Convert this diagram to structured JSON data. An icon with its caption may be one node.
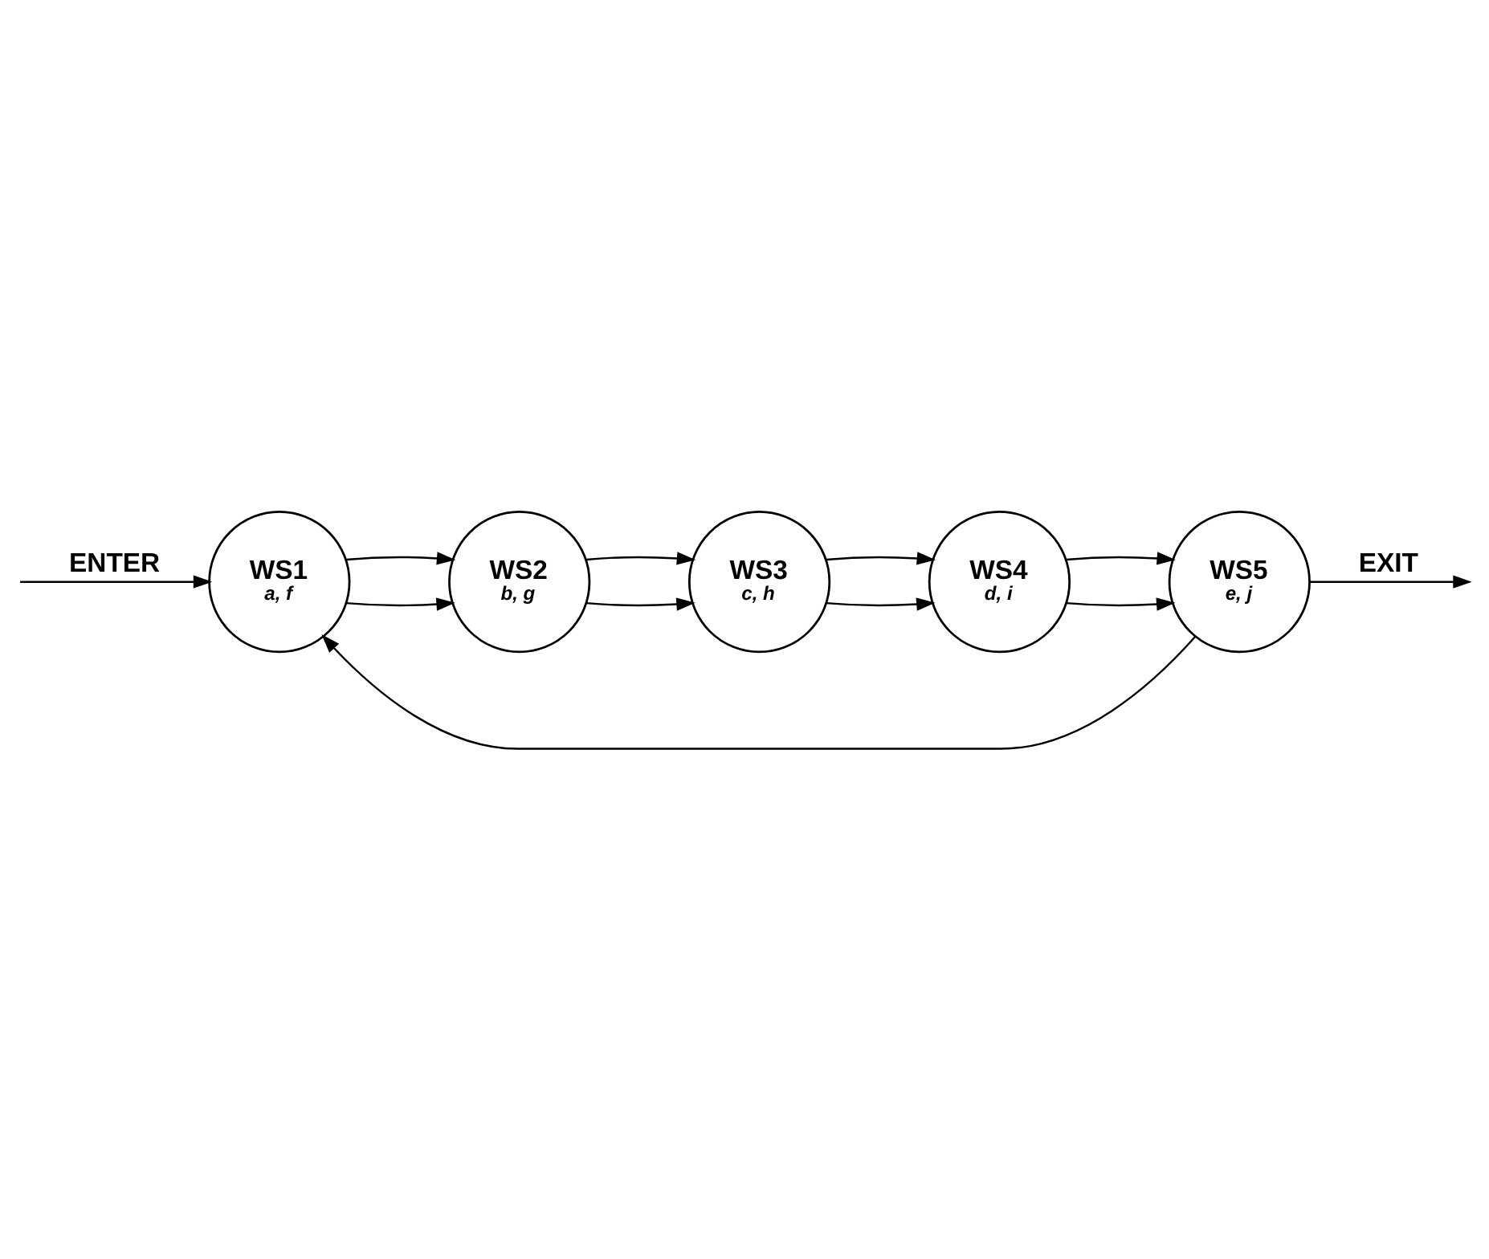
{
  "diagram": {
    "nodes": [
      {
        "text": [
          "WS1",
          "a, f"
        ]
      },
      {
        "text": [
          "WS2",
          "b, g"
        ]
      },
      {
        "text": [
          "WS3",
          "c, h"
        ]
      },
      {
        "text": [
          "WS4",
          "d, i"
        ]
      },
      {
        "text": [
          "WS5",
          "e, j"
        ]
      }
    ],
    "edges": [
      {
        "from": null,
        "to": 0,
        "arrow": "to",
        "label": "ENTER"
      },
      {
        "from": 0,
        "to": 1,
        "arrow": "to"
      },
      {
        "from": 0,
        "to": 1,
        "arrow": "to"
      },
      {
        "from": 1,
        "to": 2,
        "arrow": "to"
      },
      {
        "from": 1,
        "to": 2,
        "arrow": "to"
      },
      {
        "from": 2,
        "to": 3,
        "arrow": "to"
      },
      {
        "from": 2,
        "to": 3,
        "arrow": "to"
      },
      {
        "from": 3,
        "to": 4,
        "arrow": "to"
      },
      {
        "from": 3,
        "to": 4,
        "arrow": "to"
      },
      {
        "from": 4,
        "to": 0,
        "arrow": "to"
      },
      {
        "from": 4,
        "to": null,
        "arrow": "to",
        "label": "EXIT"
      }
    ]
  }
}
